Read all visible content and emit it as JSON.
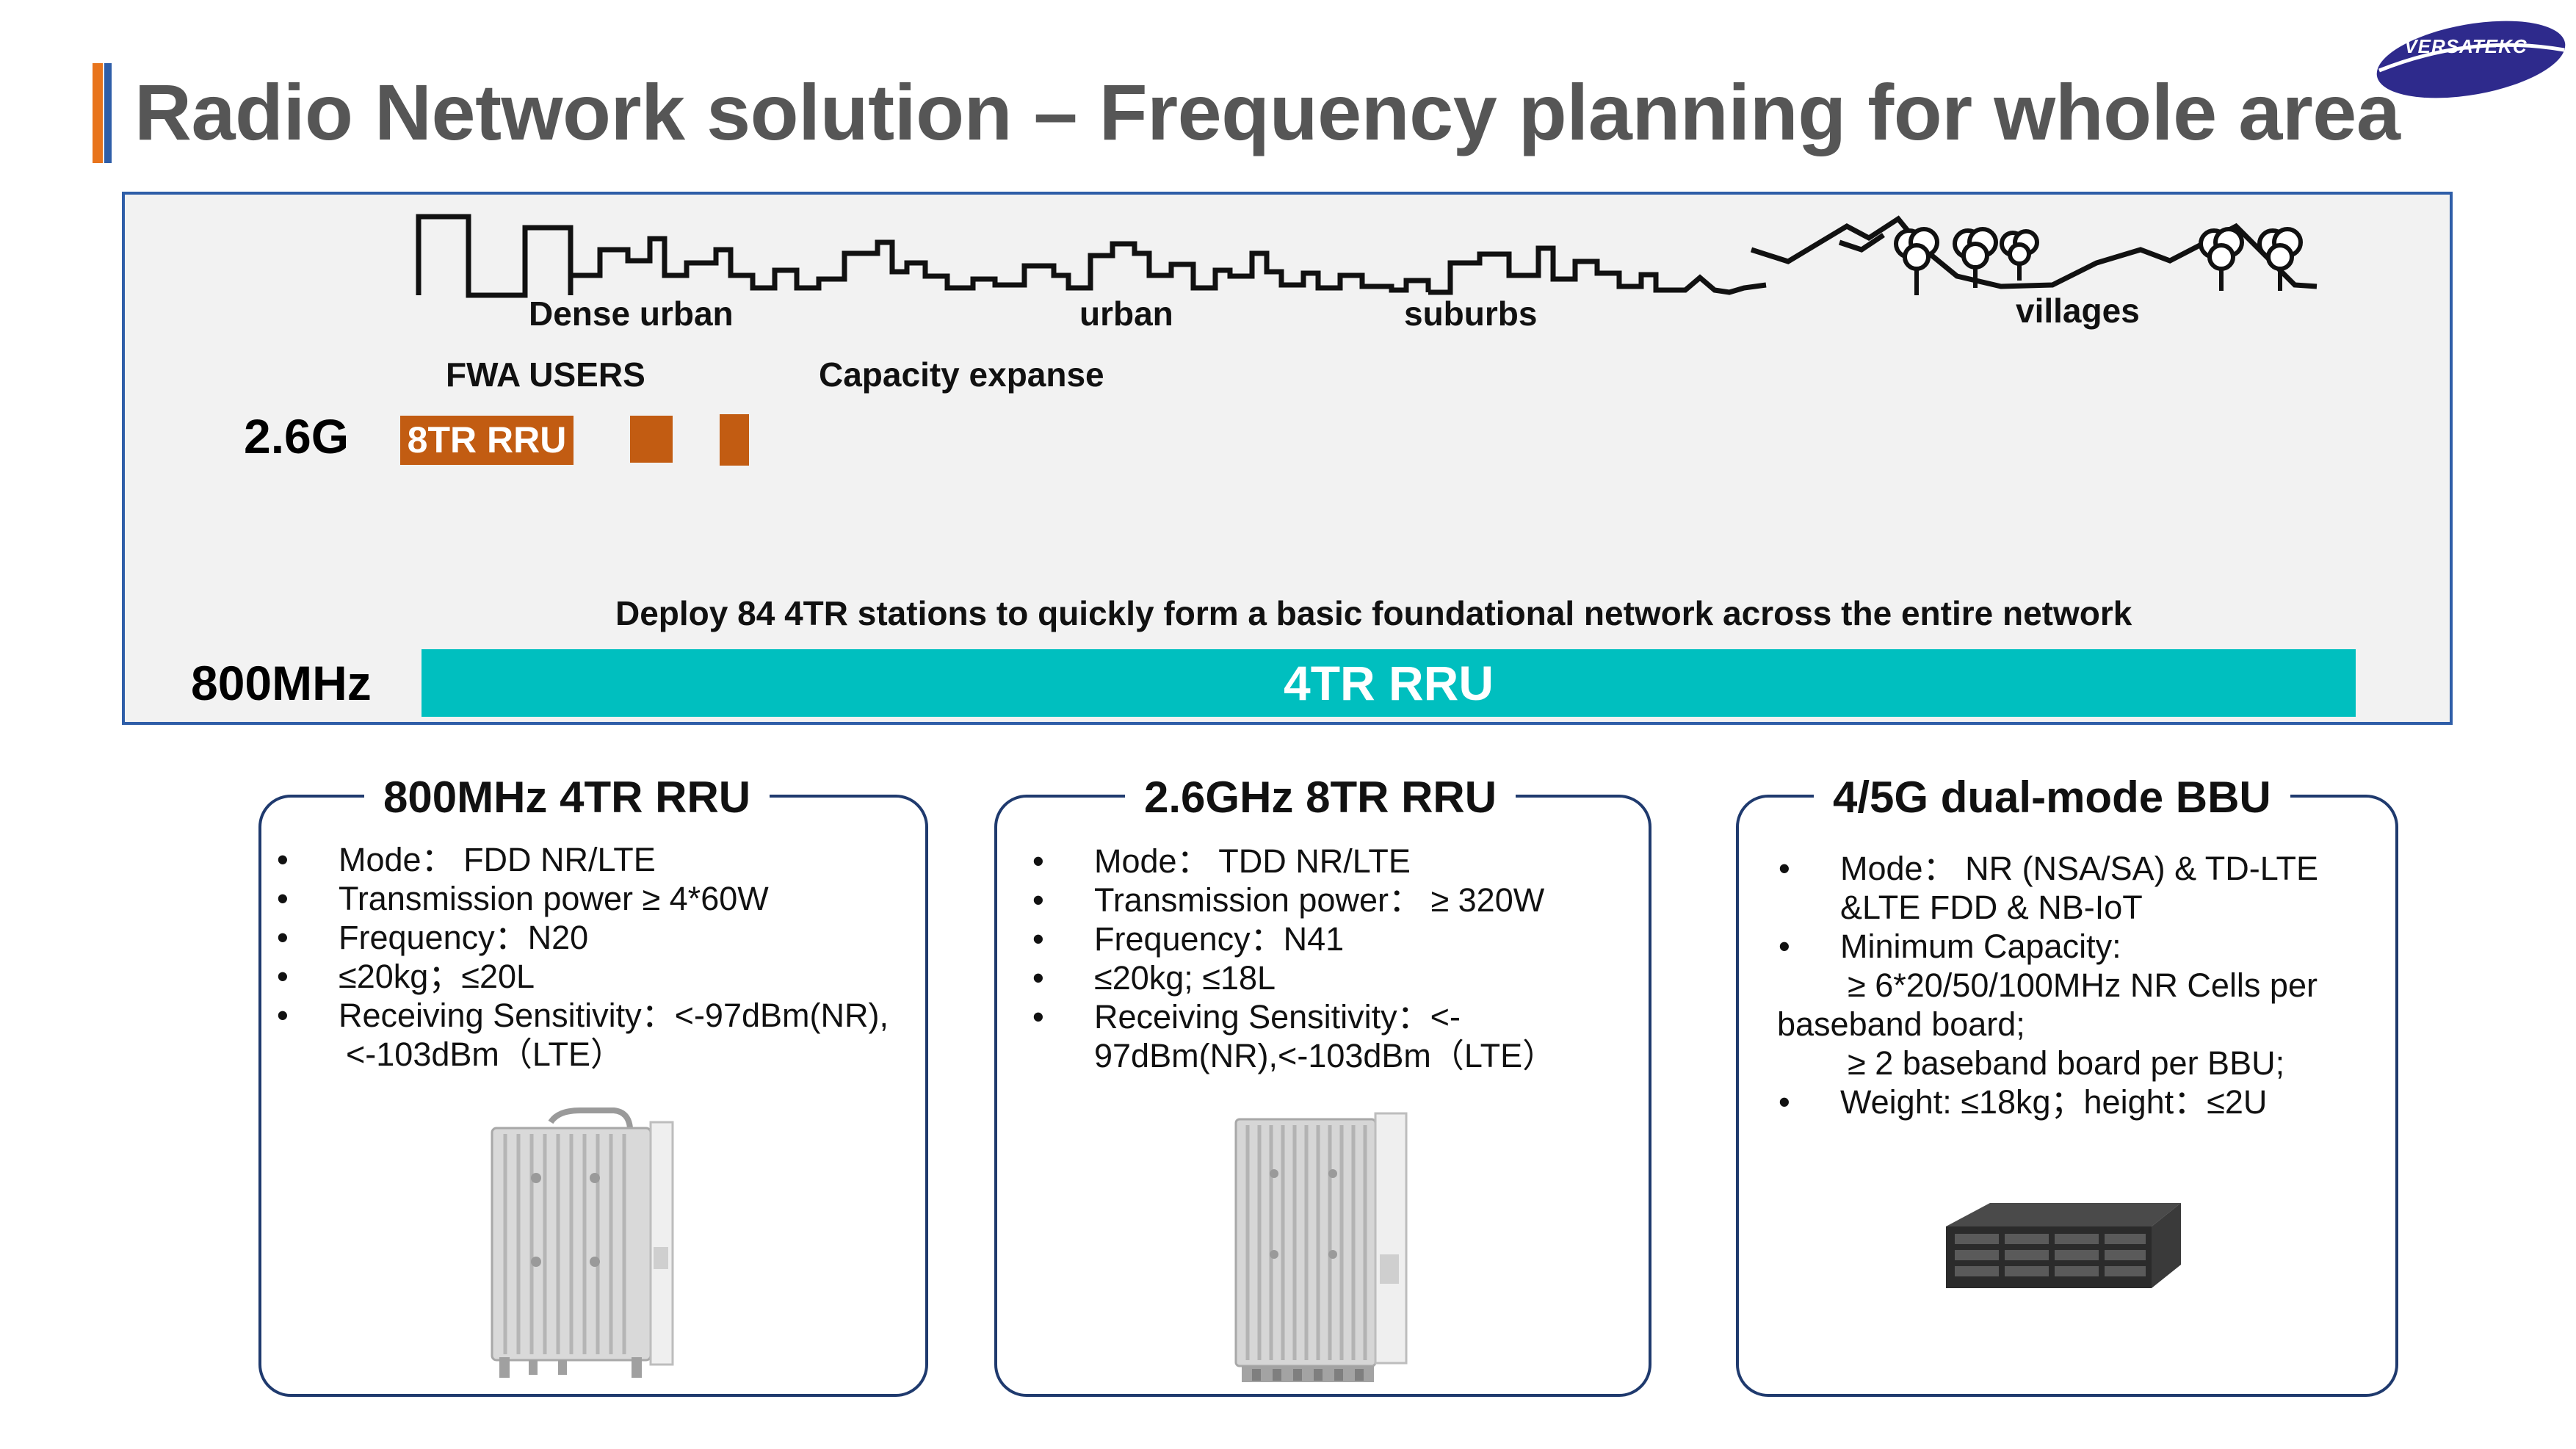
{
  "header": {
    "title": "Radio Network solution – Frequency planning for whole area",
    "logo_text": "VERSATEKC"
  },
  "colors": {
    "accent_orange": "#e8741c",
    "accent_blue": "#2f5ea8",
    "rru_8tr": "#c25c12",
    "rru_4tr": "#00bfbf",
    "card_border": "#1f3a6e"
  },
  "panel": {
    "zones": {
      "dense_urban": "Dense urban",
      "urban": "urban",
      "suburbs": "suburbs",
      "villages": "villages"
    },
    "fwa_users": "FWA USERS",
    "capacity_expanse": "Capacity expanse",
    "band_26": "2.6G",
    "rru_8tr_label": "8TR RRU",
    "deploy_text": "Deploy 84 4TR stations to quickly form a basic foundational network across the entire network",
    "band_800": "800MHz",
    "rru_4tr_label": "4TR RRU"
  },
  "cards": [
    {
      "title": "800MHz 4TR RRU",
      "lines": [
        "Mode： FDD NR/LTE",
        "Transmission power ≥ 4*60W",
        "Frequency：N20",
        "≤20kg；≤20L",
        "Receiving Sensitivity：<-97dBm(NR),",
        "<-103dBm（LTE）"
      ],
      "image_icon": "outdoor-rru-unit"
    },
    {
      "title": "2.6GHz 8TR RRU",
      "lines": [
        "Mode： TDD NR/LTE",
        "Transmission power： ≥ 320W",
        "Frequency：N41",
        "≤20kg; ≤18L",
        "Receiving Sensitivity：<-",
        "97dBm(NR),<-103dBm（LTE）"
      ],
      "image_icon": "outdoor-rru-unit"
    },
    {
      "title": "4/5G dual-mode BBU",
      "lines": [
        "Mode： NR (NSA/SA) & TD-LTE",
        "&LTE FDD & NB-IoT",
        "Minimum Capacity:",
        "≥ 6*20/50/100MHz  NR Cells per",
        "baseband board;",
        "≥ 2 baseband board per BBU;",
        "Weight: ≤18kg；height：≤2U"
      ],
      "image_icon": "rack-bbu-unit"
    }
  ]
}
